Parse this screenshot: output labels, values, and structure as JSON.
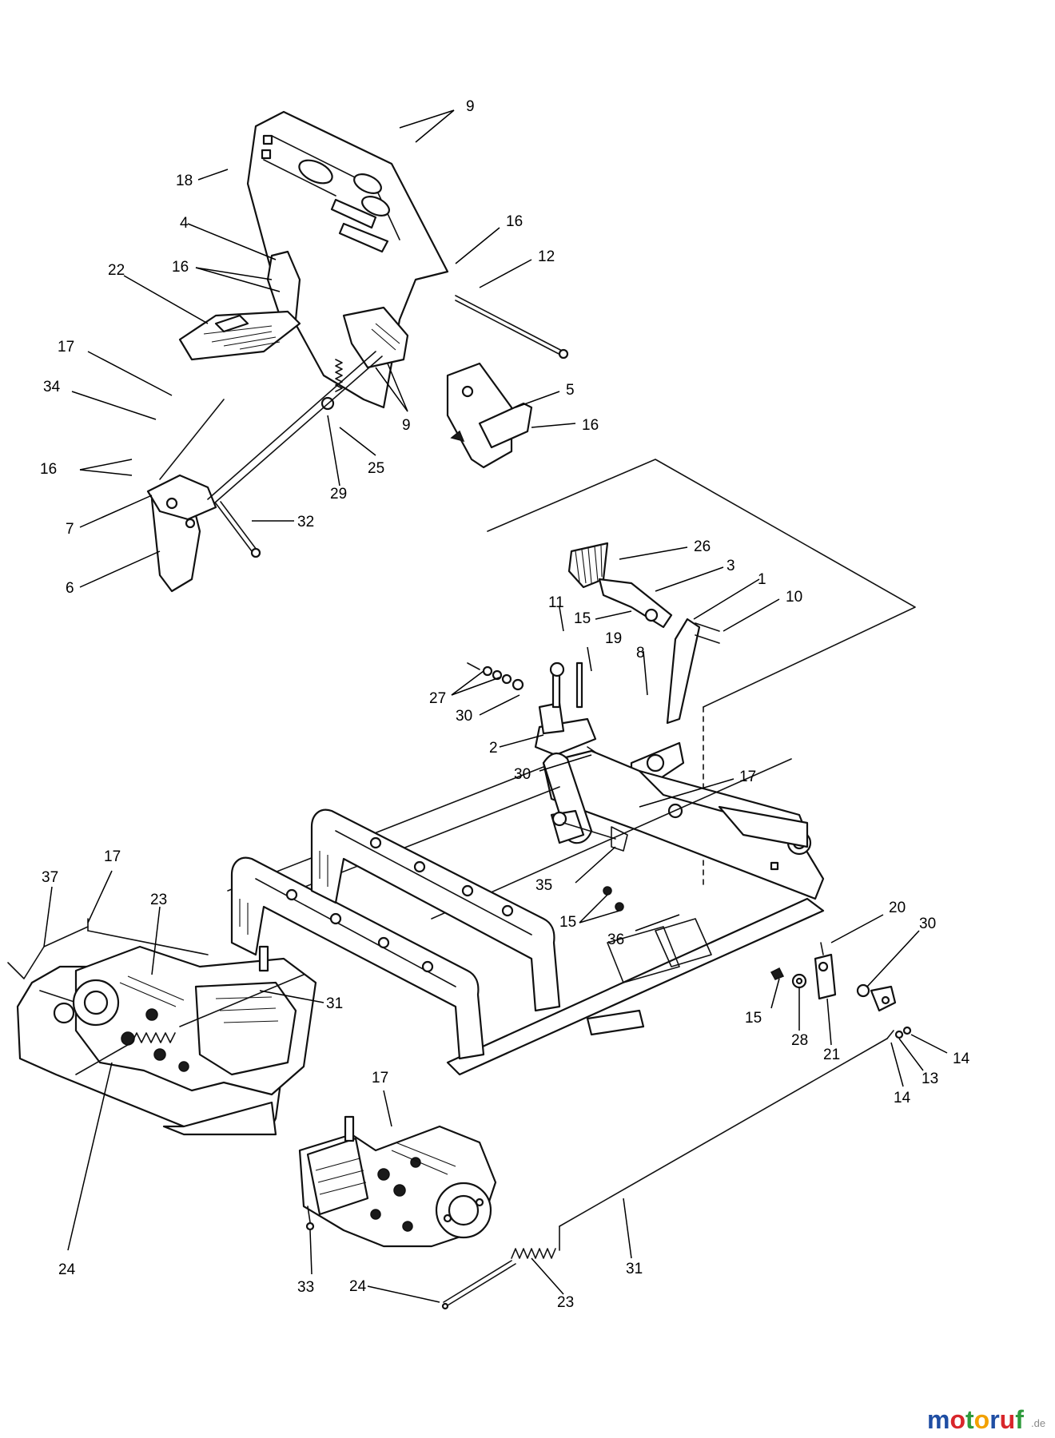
{
  "callouts": {
    "c9a": "9",
    "c18": "18",
    "c4": "4",
    "c16a": "16",
    "c12": "12",
    "c16b": "16",
    "c22": "22",
    "c17a": "17",
    "c34": "34",
    "c5": "5",
    "c9b": "9",
    "c16c": "16",
    "c25": "25",
    "c16d": "16",
    "c7": "7",
    "c29": "29",
    "c32": "32",
    "c6": "6",
    "c26": "26",
    "c3": "3",
    "c1": "1",
    "c10": "10",
    "c11": "11",
    "c15a": "15",
    "c19": "19",
    "c8": "8",
    "c27": "27",
    "c30a": "30",
    "c2": "2",
    "c30b": "30",
    "c17b": "17",
    "c37": "37",
    "c17c": "17",
    "c23a": "23",
    "c35": "35",
    "c15b": "15",
    "c36": "36",
    "c20": "20",
    "c30c": "30",
    "c31a": "31",
    "c15c": "15",
    "c28": "28",
    "c21": "21",
    "c14a": "14",
    "c13": "13",
    "c14b": "14",
    "c17d": "17",
    "c24a": "24",
    "c33": "33",
    "c24b": "24",
    "c23b": "23",
    "c31b": "31"
  },
  "watermark": {
    "letters": [
      "m",
      "o",
      "t",
      "o",
      "r",
      "u",
      "f"
    ],
    "colors": [
      "#1f4ea3",
      "#d8262b",
      "#2e9a3c",
      "#f2a100",
      "#1f4ea3",
      "#d8262b",
      "#2e9a3c"
    ],
    "suffix": ".de"
  }
}
